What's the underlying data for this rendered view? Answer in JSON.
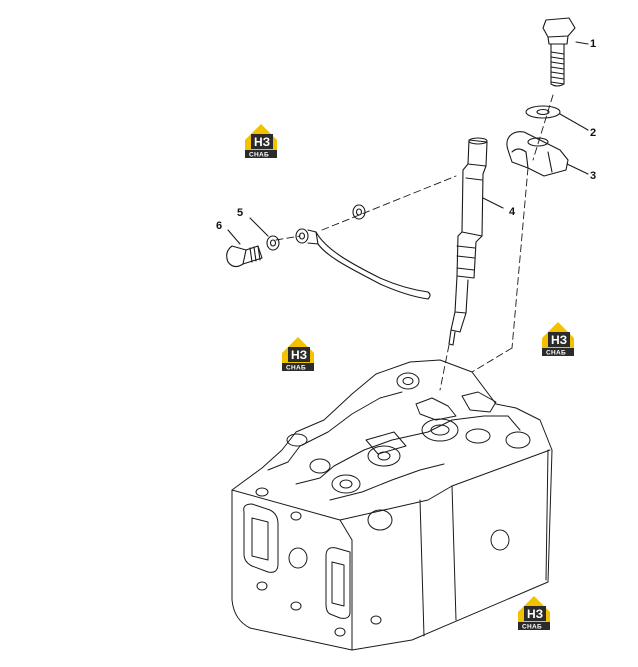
{
  "callouts": [
    "1",
    "2",
    "3",
    "4",
    "5",
    "6"
  ],
  "watermark": {
    "logo": "НЗ",
    "brand": "СНАБ"
  },
  "colors": {
    "line": "#1a1a1a",
    "watermark_yellow": "#f2c200",
    "watermark_dark": "#2b2b2b"
  }
}
